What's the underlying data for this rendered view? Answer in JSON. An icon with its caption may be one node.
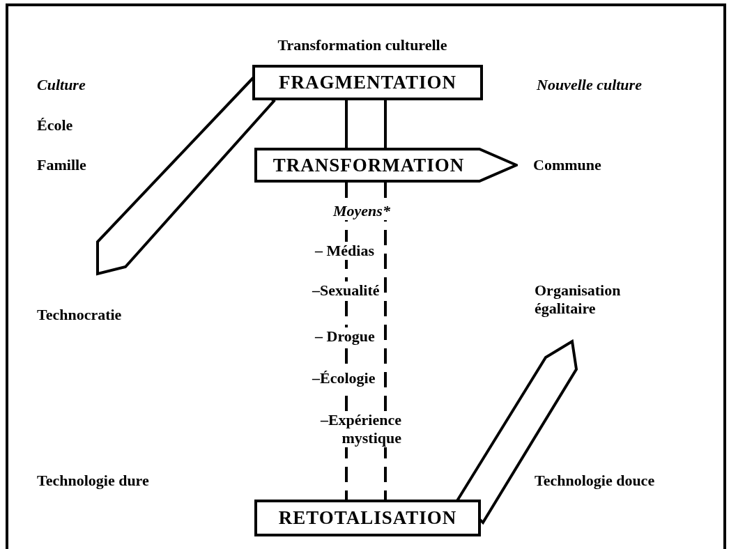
{
  "diagram": {
    "title": "Transformation culturelle",
    "nodes": [
      {
        "text": [
          "FRAGMENTATION"
        ]
      },
      {
        "text": [
          "TRANSFORMATION"
        ]
      },
      {
        "text": [
          "RETOTALISATION"
        ]
      },
      {
        "text": [],
        "shape": "arrow"
      },
      {
        "text": [],
        "shape": "arrow"
      }
    ],
    "edges": [
      {
        "from": 0,
        "to": 1,
        "arrow": "none"
      },
      {
        "from": 1,
        "to": 2,
        "arrow": "none",
        "style": "dashed"
      }
    ],
    "labels": [
      "Culture",
      "Nouvelle culture",
      "École",
      "Famille",
      "Commune",
      "Moyens*",
      "– Médias",
      "Technocratie",
      "–Sexualité",
      "Organisation égalitaire",
      "– Drogue",
      "–Écologie",
      "–Expérience mystique",
      "Technologie dure",
      "Technologie douce"
    ]
  }
}
